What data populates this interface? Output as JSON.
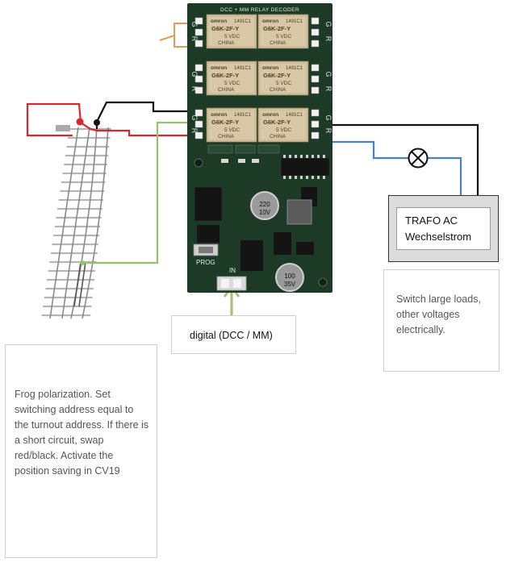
{
  "board": {
    "title": "DCC + MM RELAY DECODER",
    "prog_label": "PROG",
    "in_label": "IN",
    "cap_large": [
      "220",
      "10V"
    ],
    "cap_small": [
      "100",
      "35V"
    ],
    "relay_brand": "omron",
    "relay_model": "G6K-2F-Y",
    "relay_voltage": "5 VDC",
    "relay_origin": "CHINA",
    "relay_code": "1491C1",
    "side_labels": [
      "G",
      "R",
      "G",
      "R",
      "G",
      "R"
    ]
  },
  "trafo": {
    "line1": "TRAFO AC",
    "line2": "Wechselstrom"
  },
  "digital_label": "digital (DCC / MM)",
  "switch_note": "Switch large loads, other voltages electrically.",
  "frog_note": "Frog polarization. Set switching address equal to the turnout address. If there is a short circuit, swap red/black. Activate the position saving in CV19",
  "colors": {
    "pcb": "#1c3a26",
    "wire_black": "#111111",
    "wire_red": "#d8282c",
    "wire_green": "#8fc46a",
    "wire_blue": "#4a7fc0",
    "wire_orange": "#e39a5a",
    "wire_olive": "#a8c07a"
  }
}
